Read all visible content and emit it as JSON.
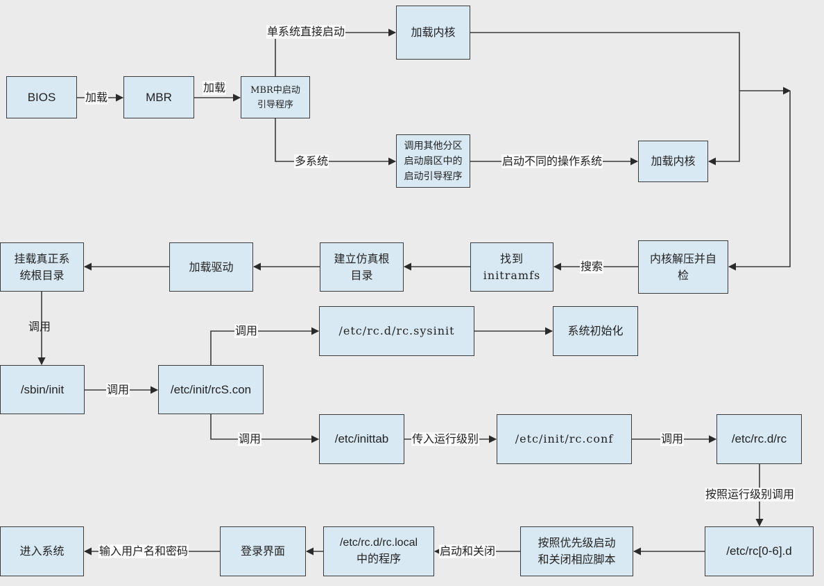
{
  "colors": {
    "node_fill": "#d9e9f3",
    "border": "#3a3a3a",
    "background": "#ebebeb"
  },
  "nodes": {
    "bios": "BIOS",
    "mbr": "MBR",
    "mbr_bootloader": "MBR中启动\n引导程序",
    "load_kernel_single": "加载内核",
    "call_other_partition": "调用其他分区\n启动扇区中的\n启动引导程序",
    "load_kernel_multi": "加载内核",
    "kernel_decompress": "内核解压并自\n检",
    "find_initramfs": "找到\ninitramfs",
    "build_virtual_root": "建立仿真根\n目录",
    "load_drivers": "加载驱动",
    "mount_real_root": "挂载真正系\n统根目录",
    "sbin_init": "/sbin/init",
    "rcs_conf": "/etc/init/rcS.con",
    "rc_sysinit": "/etc/rc.d/rc.sysinit",
    "system_init": "系统初始化",
    "inittab": "/etc/inittab",
    "rc_conf": "/etc/init/rc.conf",
    "rc_d_rc": "/etc/rc.d/rc",
    "rc_0_6_d": "/etc/rc[0-6].d",
    "priority_scripts": "按照优先级启动\n和关闭相应脚本",
    "rc_local": "/etc/rc.d/rc.local\n中的程序",
    "login_screen": "登录界面",
    "enter_system": "进入系统"
  },
  "edges": {
    "bios_to_mbr": "加载",
    "mbr_to_bootloader": "加载",
    "single_system": "单系统直接启动",
    "multi_system": "多系统",
    "boot_different_os": "启动不同的操作系统",
    "search": "搜索",
    "call_sbin": "调用",
    "call_rcs": "调用",
    "call_sysinit": "调用",
    "call_inittab": "调用",
    "pass_runlevel": "传入运行级别",
    "call_rc": "调用",
    "call_by_runlevel": "按照运行级别调用",
    "start_stop": "启动和关闭",
    "enter_credentials": "输入用户名和密码"
  }
}
